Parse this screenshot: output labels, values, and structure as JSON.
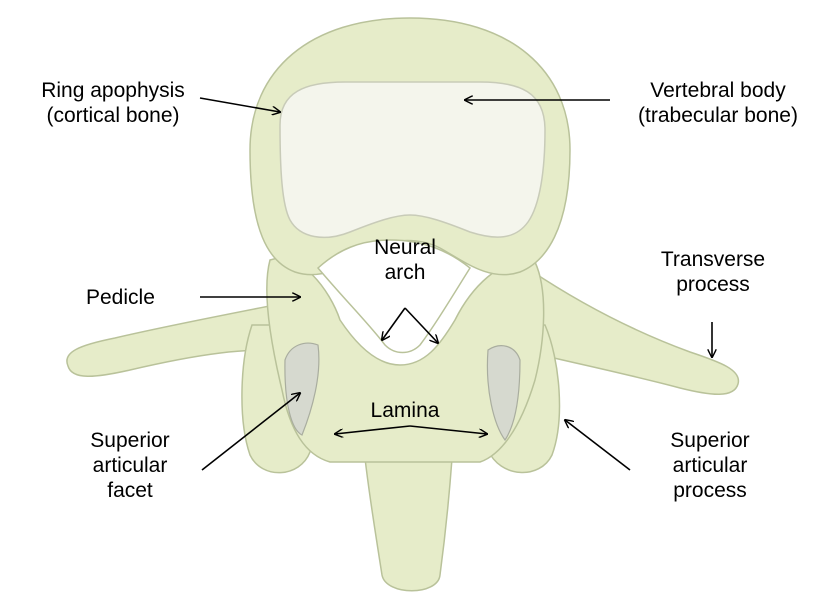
{
  "labels": {
    "ring_apophysis": [
      "Ring apophysis",
      "(cortical bone)"
    ],
    "vertebral_body": [
      "Vertebral body",
      "(trabecular bone)"
    ],
    "neural_arch": [
      "Neural",
      "arch"
    ],
    "transverse_process": [
      "Transverse",
      "process"
    ],
    "pedicle": "Pedicle",
    "lamina": "Lamina",
    "superior_articular_facet": [
      "Superior",
      "articular",
      "facet"
    ],
    "superior_articular_process": [
      "Superior",
      "articular",
      "process"
    ]
  },
  "colors": {
    "bone": "#e6ecc9",
    "bone_shadow": "#b9c29a",
    "body_surface": "#f4f5ec",
    "facet": "#d6d9cf",
    "arrow": "#000000"
  }
}
